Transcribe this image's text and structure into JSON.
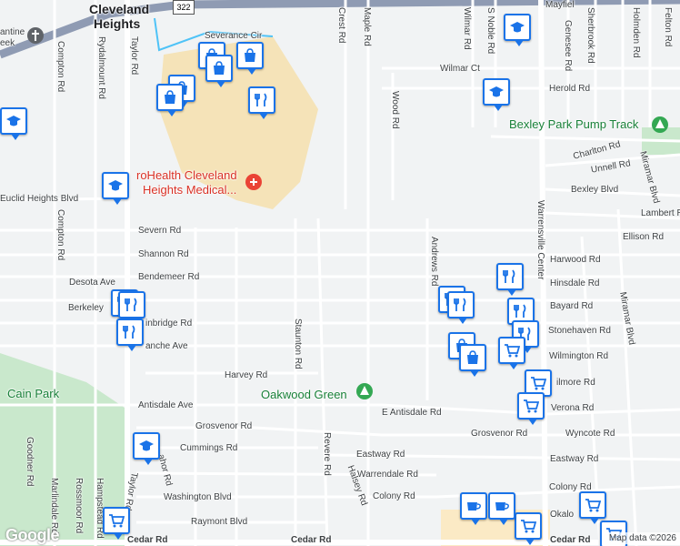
{
  "places": {
    "city": "Cleveland",
    "city2": "Heights",
    "park1": "Cain Park",
    "park2": "Oakwood Green",
    "park3": "Bexley Park Pump Track",
    "hospital1": "roHealth Cleveland",
    "hospital2": "Heights Medical..."
  },
  "highway": "322",
  "streets": {
    "severance_cir": "Severance Cir",
    "euclid_heights": "Euclid Heights Blvd",
    "severn": "Severn Rd",
    "shannon": "Shannon Rd",
    "desota": "Desota Ave",
    "bendemeer": "Bendemeer Rd",
    "berkeley": "Berkeley",
    "ainbridge": "inbridge Rd",
    "anche": "anche Ave",
    "harvey": "Harvey Rd",
    "antisdale_ave": "Antisdale Ave",
    "e_antisdale": "E Antisdale Rd",
    "grosvenor": "Grosvenor Rd",
    "grosvenor2": "Grosvenor Rd",
    "cummings": "Cummings Rd",
    "eastway": "Eastway Rd",
    "eastway2": "Eastway Rd",
    "warrendale": "Warrendale Rd",
    "washington": "Washington Blvd",
    "colony": "Colony Rd",
    "colony2": "Colony Rd",
    "raymont": "Raymont Blvd",
    "cedar": "Cedar Rd",
    "cedar2": "Cedar Rd",
    "cedar3": "Cedar Rd",
    "wilmar_ct": "Wilmar Ct",
    "herold": "Herold Rd",
    "charlton": "Charlton Rd",
    "unnell": "Unnell Rd",
    "bexley": "Bexley Blvd",
    "lambert": "Lambert R",
    "ellison": "Ellison Rd",
    "harwood": "Harwood Rd",
    "hinsdale": "Hinsdale Rd",
    "bayard": "Bayard Rd",
    "stonehaven": "Stonehaven Rd",
    "wilmington": "Wilmington Rd",
    "ilmore": "ilmore Rd",
    "verona": "Verona Rd",
    "wyncote": "Wyncote Rd",
    "okalo": "Okalo",
    "compton": "Compton Rd",
    "compton2": "Compton Rd",
    "rydalmount": "Rydalmount Rd",
    "taylor": "Taylor Rd",
    "taylor2": "Taylor Rd",
    "crest": "Crest Rd",
    "maple": "Maple Rd",
    "wood": "Wood Rd",
    "wilmar": "Wilmar Rd",
    "s_noble": "S Noble Rd",
    "genesee": "Genesee Rd",
    "sherbrook": "Sherbrook Rd",
    "holmden": "Holmden Rd",
    "felton": "Felton Rd",
    "andrews": "Andrews Rd",
    "warrensville": "Warrensville Center",
    "staunton": "Staunton Rd",
    "revere": "Revere Rd",
    "halsey": "Halsey Rd",
    "miramar": "Miramar Blvd",
    "miramar2": "Miramar Blvd",
    "goodner": "Goodner Rd",
    "marlindale": "Marlindale Rd",
    "rossmoor": "Rossmoor Rd",
    "hampstead": "Hampstead Rd",
    "ahor": "ahor Rd",
    "mayfield": "Mayfiel",
    "antine": "antine",
    "eek": "eek"
  },
  "pins": [
    {
      "icon": "shopping-bag",
      "color": "#1a73e8"
    },
    {
      "icon": "restaurant",
      "color": "#1a73e8"
    },
    {
      "icon": "school",
      "color": "#1a73e8"
    },
    {
      "icon": "grocery-cart",
      "color": "#1a73e8"
    },
    {
      "icon": "cafe",
      "color": "#1a73e8"
    }
  ],
  "colors": {
    "road": "#ffffff",
    "major_road": "#ffffff",
    "highway": "#8f9bb3",
    "park": "#c9e8cc",
    "campus": "#f5e3b8",
    "accent": "#1a73e8",
    "hospital": "#ea4335",
    "park_pin": "#34a853"
  },
  "footer": {
    "logo": "Google",
    "attribution": "Map data ©2026"
  }
}
